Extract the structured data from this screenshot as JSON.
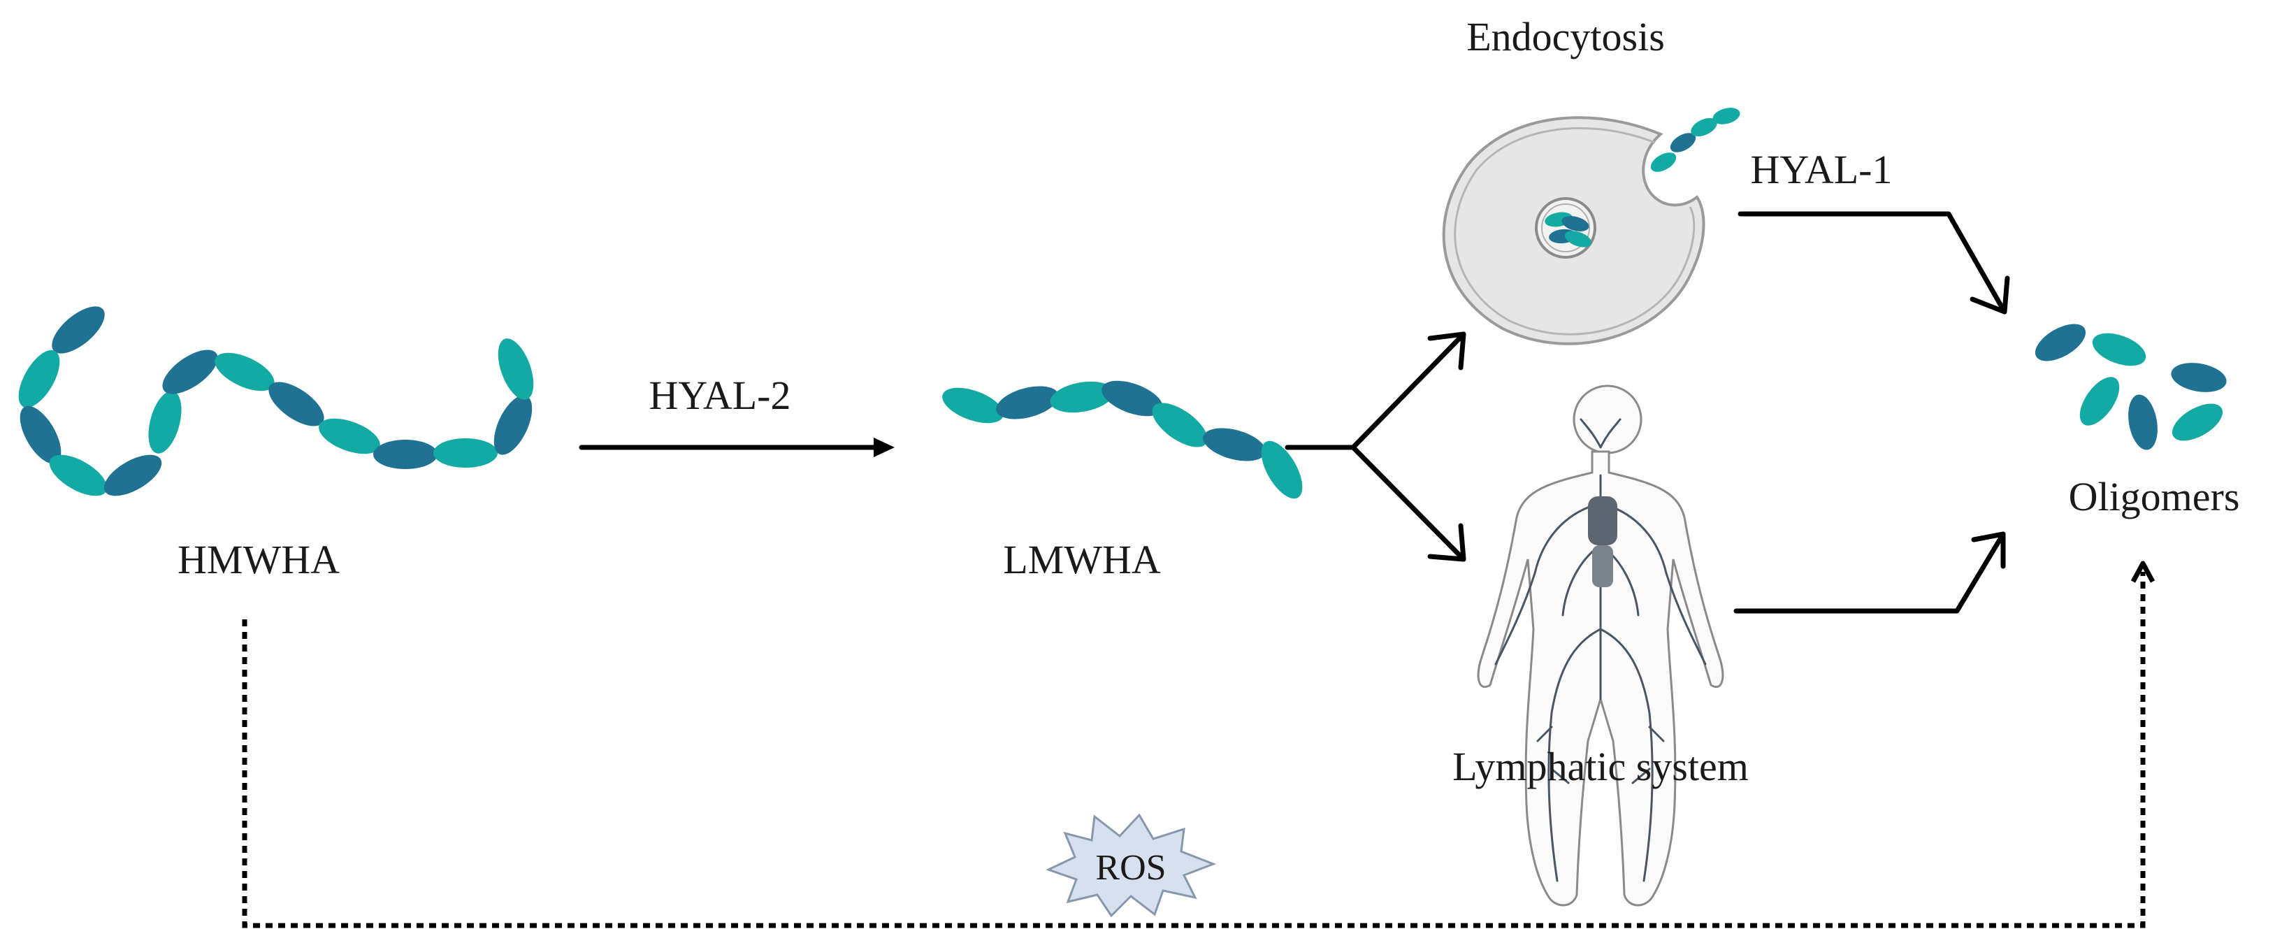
{
  "labels": {
    "hmwha": "HMWHA",
    "lmwha": "LMWHA",
    "hyal2": "HYAL-2",
    "hyal1": "HYAL-1",
    "endocytosis": "Endocytosis",
    "lymphatic": "Lymphatic system",
    "oligomers": "Oligomers",
    "ros": "ROS"
  },
  "colors": {
    "dark_unit": "#1f7291",
    "light_unit": "#12aaa3",
    "cell_fill": "#e6e6e6",
    "cell_stroke": "#9a9a9a",
    "ros_fill": "#d6e0ee",
    "ros_stroke": "#8798ad"
  }
}
